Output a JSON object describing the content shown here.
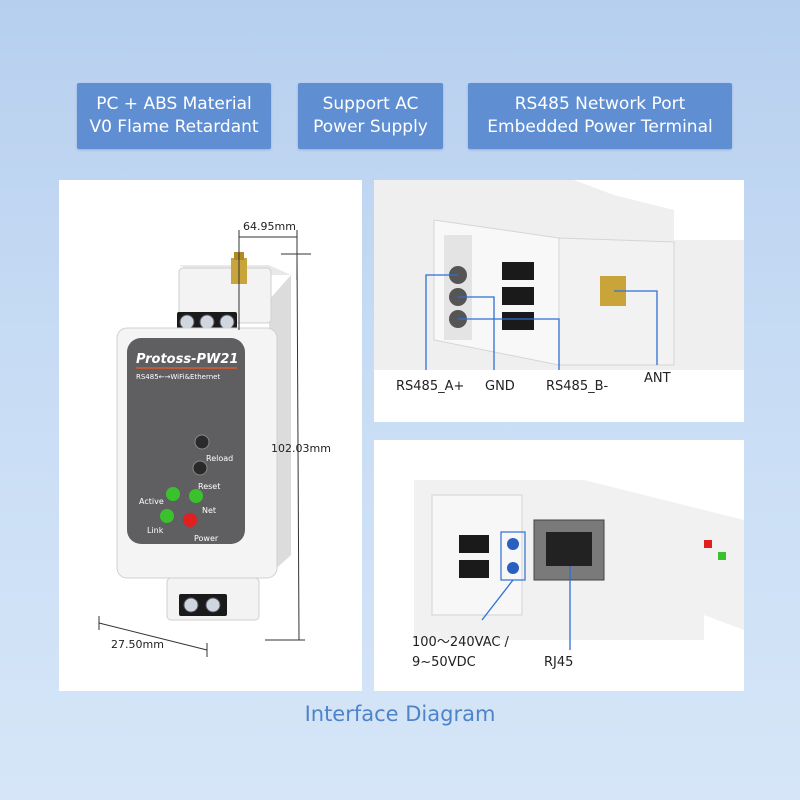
{
  "features": [
    {
      "line1": "PC + ABS Material",
      "line2": "V0 Flame Retardant"
    },
    {
      "line1": "Support AC",
      "line2": "Power Supply"
    },
    {
      "line1": "RS485 Network Port",
      "line2": "Embedded Power Terminal"
    }
  ],
  "device": {
    "brand": "Protoss-PW21",
    "subtitle": "RS485←→WiFi&Ethernet",
    "buttons": {
      "reload": "Reload",
      "reset": "Reset"
    },
    "leds": {
      "active": "Active",
      "net": "Net",
      "link": "Link",
      "power": "Power"
    },
    "dimensions": {
      "depth": "64.95mm",
      "height": "102.03mm",
      "width": "27.50mm"
    }
  },
  "top_panel": {
    "labels": {
      "a": "RS485_A+",
      "gnd": "GND",
      "b": "RS485_B-",
      "ant": "ANT"
    }
  },
  "bottom_panel": {
    "power_line1": "100～240VAC /",
    "power_line2": "9~50VDC",
    "rj45": "RJ45"
  },
  "caption": "Interface Diagram",
  "colors": {
    "accent": "#5f8fd2",
    "caption": "#4f83c9",
    "callout": "#2f6fd6",
    "led_green": "#39c22b",
    "led_red": "#e01f1f"
  }
}
